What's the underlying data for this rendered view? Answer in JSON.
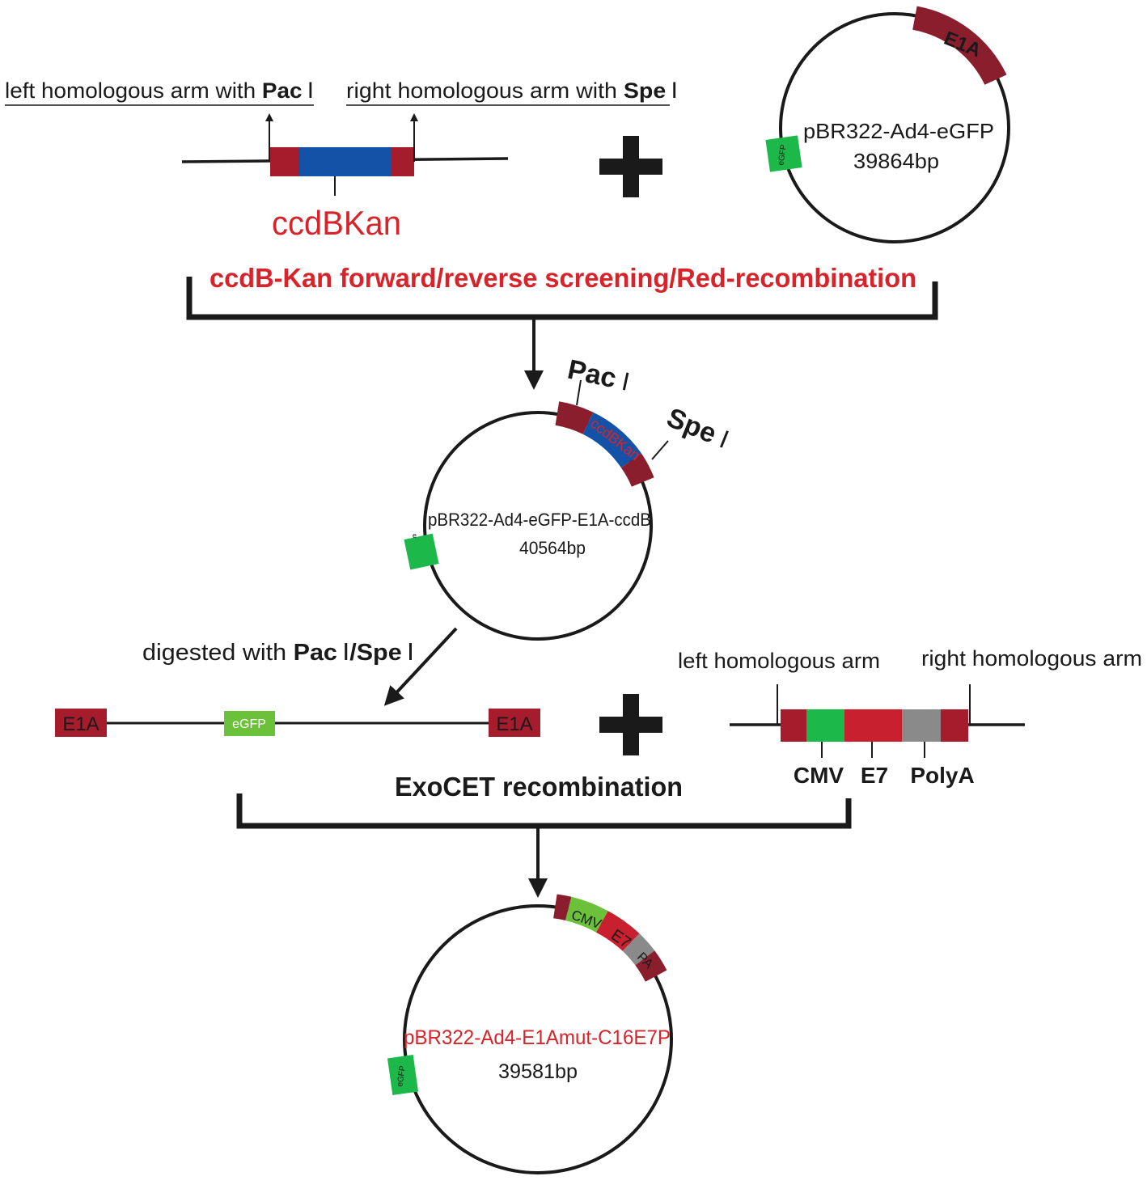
{
  "colors": {
    "arm_red": "#a51d2d",
    "dark_red": "#8b1e2c",
    "ccdb_blue": "#1452a8",
    "egfp_green": "#1db84a",
    "egfp_light": "#6cc13a",
    "e7_red": "#c8202e",
    "polya_gray": "#8a8a8a",
    "title_red": "#d8232a",
    "black": "#1a1a1a"
  },
  "step1": {
    "left_arm_text": "left homologous arm with ",
    "left_enzyme_bold": "Pac",
    "left_enzyme_numeral": "Ⅰ",
    "right_arm_text": "right homologous arm with ",
    "right_enzyme_bold": "Spe",
    "right_enzyme_numeral": "Ⅰ",
    "cassette_label": "ccdBKan",
    "plasmid_name": "pBR322-Ad4-eGFP",
    "plasmid_size": "39864bp",
    "plasmid_e1a": "E1A",
    "plasmid_egfp": "eGFP",
    "plus": "+",
    "process": "ccdB-Kan forward/reverse screening/Red-recombination"
  },
  "step2": {
    "pac_bold": "Pac",
    "pac_numeral": "Ⅰ",
    "spe_bold": "Spe",
    "spe_numeral": "Ⅰ",
    "insert_label": "ccdBKan",
    "plasmid_name": "pBR322-Ad4-eGFP-E1A-ccdB",
    "plasmid_size": "40564bp",
    "egfp_small": "e"
  },
  "step3": {
    "digest_prefix": "digested with ",
    "digest_pac": "Pac",
    "digest_numeral1": "Ⅰ",
    "digest_slash_spe": "/Spe",
    "digest_numeral2": "Ⅰ",
    "linear_left": "E1A",
    "linear_mid": "eGFP",
    "linear_right": "E1A",
    "plus": "+",
    "left_arm": "left homologous arm",
    "right_arm": "right homologous arm",
    "cmv": "CMV",
    "e7": "E7",
    "polya": "PolyA",
    "process": "ExoCET recombination"
  },
  "step4": {
    "seg_cmv": "CMV",
    "seg_e7": "E7",
    "seg_pa": "PA",
    "plasmid_name": "pBR322-Ad4-E1Amut-C16E7P",
    "plasmid_size": "39581bp",
    "egfp": "eGFP"
  }
}
